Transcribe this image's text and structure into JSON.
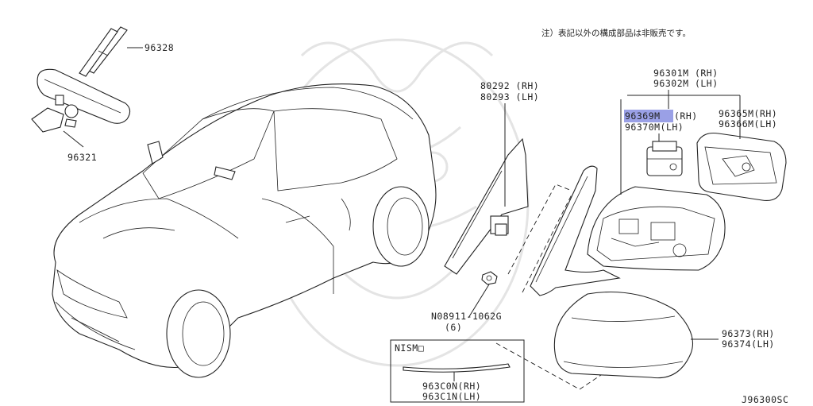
{
  "note": "注）表記以外の構成部品は非販売です。",
  "diagram_code": "J96300SC",
  "labels": {
    "p96328": "96328",
    "p96321": "96321",
    "p80292": "80292 (RH)",
    "p80293": "80293 (LH)",
    "p96301": "96301M (RH)",
    "p96302": "96302M (LH)",
    "p96369_num": "96369M",
    "p96369_side": "(RH)",
    "p96370": "96370M(LH)",
    "p96365": "96365M(RH)",
    "p96366": "96366M(LH)",
    "p08911": "N08911-1062G",
    "p08911_qty": "(6)",
    "p96373": "96373(RH)",
    "p96374": "96374(LH)",
    "nismo": "NISM□",
    "p963c0": "963C0N(RH)",
    "p963c1": "963C1N(LH)"
  },
  "highlight_color": "#9aa0e6"
}
